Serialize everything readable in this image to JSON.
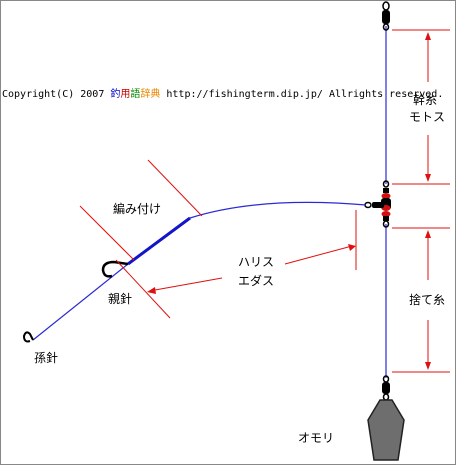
{
  "copyright": {
    "prefix": "Copyright(C) 2007 ",
    "brand_1": "釣",
    "brand_2": "用",
    "brand_3": "語",
    "brand_4": "辞典",
    "suffix": " http://fishingterm.dip.jp/  Allrights reserved."
  },
  "labels": {
    "mikiito": "幹糸",
    "motosu": "モトス",
    "hariss": "ハリス",
    "edasu": "エダス",
    "amitsuke": "編み付け",
    "oyabari": "親針",
    "magobari": "孫針",
    "suteito": "捨て糸",
    "omori": "オモリ"
  },
  "colors": {
    "line": "#2b2bd6",
    "thick_line": "#1414c8",
    "dimension": "#e01010",
    "brand_1": "#0000cc",
    "brand_2": "#cc0000",
    "brand_3": "#008800",
    "brand_4": "#ee8800",
    "swivel": "#000000",
    "bead": "#d01010",
    "sinker": "#6e6e6e"
  },
  "icons": [
    "swivel-icon",
    "bead-icon",
    "hook-icon",
    "sinker-icon"
  ]
}
